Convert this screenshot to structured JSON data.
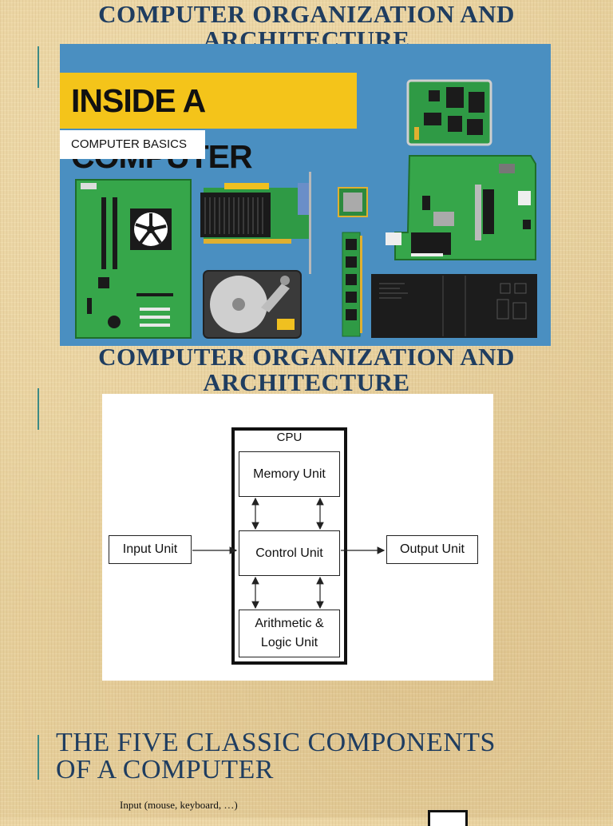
{
  "slide1": {
    "title": "COMPUTER ORGANIZATION AND ARCHITECTURE",
    "image": {
      "banner": "INSIDE A COMPUTER",
      "subtitle": "COMPUTER BASICS",
      "colors": {
        "background": "#4a8fc1",
        "banner": "#f4c41a",
        "board": "#3aa64a"
      }
    }
  },
  "slide2": {
    "title": "COMPUTER ORGANIZATION AND ARCHITECTURE",
    "diagram": {
      "cpu_label": "CPU",
      "memory_unit": "Memory Unit",
      "control_unit": "Control Unit",
      "alu_line1": "Arithmetic &",
      "alu_line2": "Logic Unit",
      "input_unit": "Input Unit",
      "output_unit": "Output Unit"
    }
  },
  "slide3": {
    "title_line1": "THE FIVE CLASSIC COMPONENTS",
    "title_line2": "OF A COMPUTER",
    "bullet": "Input (mouse, keyboard, …)"
  },
  "theme": {
    "title_color": "#1f3d60",
    "accent_color": "#3c8a85",
    "background": "#e6cf9c"
  }
}
